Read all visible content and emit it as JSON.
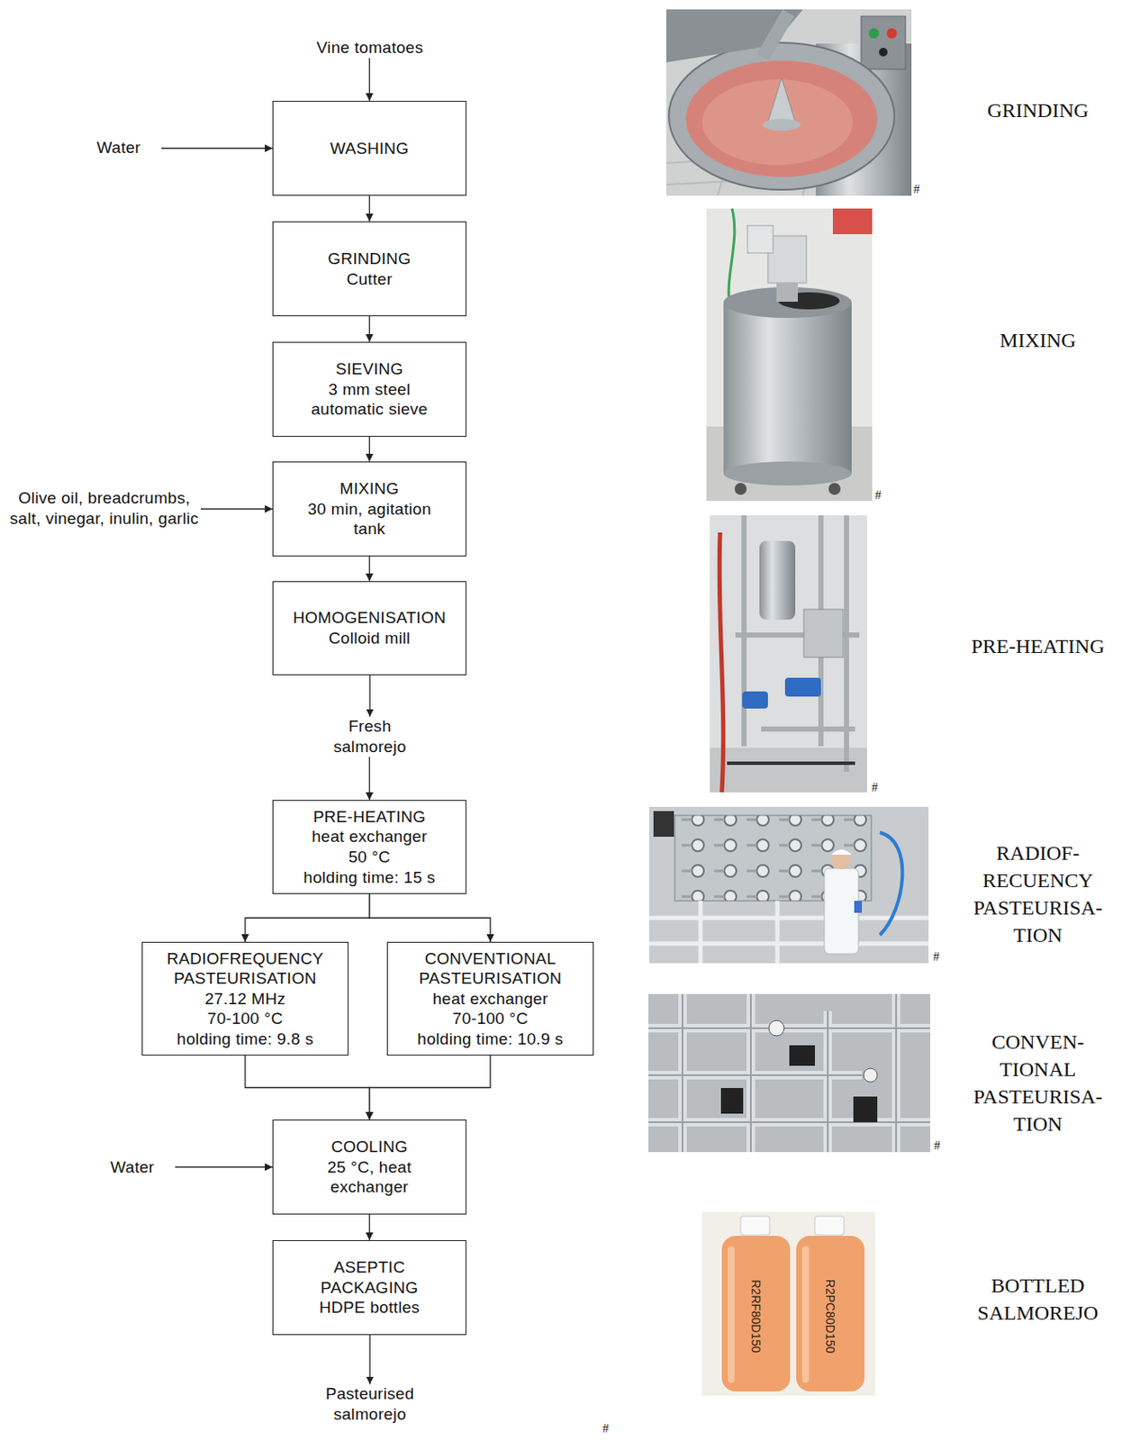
{
  "diagram": {
    "nodes": [
      {
        "text": [
          "Vine tomatoes"
        ]
      },
      {
        "text": [
          "Water"
        ]
      },
      {
        "text": [
          "WASHING"
        ]
      },
      {
        "text": [
          "GRINDING",
          "Cutter"
        ]
      },
      {
        "text": [
          "SIEVING",
          "3 mm steel automatic sieve"
        ]
      },
      {
        "text": [
          "Olive oil, breadcrumbs, salt, vinegar, inulin, garlic"
        ]
      },
      {
        "text": [
          "MIXING",
          "30 min, agitation tank"
        ]
      },
      {
        "text": [
          "HOMOGENISATION",
          "Colloid mill"
        ]
      },
      {
        "text": [
          "Fresh salmorejo"
        ]
      },
      {
        "text": [
          "PRE-HEATING",
          "heat exchanger",
          "50 °C",
          "holding time: 15 s"
        ]
      },
      {
        "text": [
          "RADIOFREQUENCY PASTEURISATION",
          "27.12 MHz",
          "70-100 °C",
          "holding time: 9.8 s"
        ]
      },
      {
        "text": [
          "CONVENTIONAL PASTEURISATION",
          "heat exchanger",
          "70-100 °C",
          "holding time: 10.9 s"
        ]
      },
      {
        "text": [
          "Water"
        ]
      },
      {
        "text": [
          "COOLING",
          "25 °C, heat exchanger"
        ]
      },
      {
        "text": [
          "ASEPTIC PACKAGING",
          "HDPE bottles"
        ]
      },
      {
        "text": [
          "Pasteurised salmorejo"
        ]
      }
    ],
    "edges": [
      {
        "from": 0,
        "to": 2,
        "arrow": "to"
      },
      {
        "from": 1,
        "to": 2,
        "arrow": "to"
      },
      {
        "from": 2,
        "to": 3,
        "arrow": "to"
      },
      {
        "from": 3,
        "to": 4,
        "arrow": "to"
      },
      {
        "from": 4,
        "to": 6,
        "arrow": "to"
      },
      {
        "from": 5,
        "to": 6,
        "arrow": "to"
      },
      {
        "from": 6,
        "to": 7,
        "arrow": "to"
      },
      {
        "from": 7,
        "to": 8,
        "arrow": "to"
      },
      {
        "from": 8,
        "to": 9,
        "arrow": "to"
      },
      {
        "from": 9,
        "to": 10,
        "arrow": "to"
      },
      {
        "from": 9,
        "to": 11,
        "arrow": "to"
      },
      {
        "from": 10,
        "to": 13,
        "arrow": "to"
      },
      {
        "from": 11,
        "to": 13,
        "arrow": "to"
      },
      {
        "from": 12,
        "to": 13,
        "arrow": "to"
      },
      {
        "from": 13,
        "to": 14,
        "arrow": "to"
      },
      {
        "from": 14,
        "to": 15,
        "arrow": "to"
      }
    ],
    "labels": [
      "GRINDING",
      "MIXING",
      "PRE-HEATING",
      "RADIOF- RECUENCY PASTEURISA- TION",
      "CONVEN- TIONAL PASTEURISA- TION",
      "BOTTLED SALMOREJO",
      "#",
      "#",
      "#",
      "#",
      "#",
      "#",
      "R2RF80D150",
      "R2PC80D150"
    ]
  }
}
